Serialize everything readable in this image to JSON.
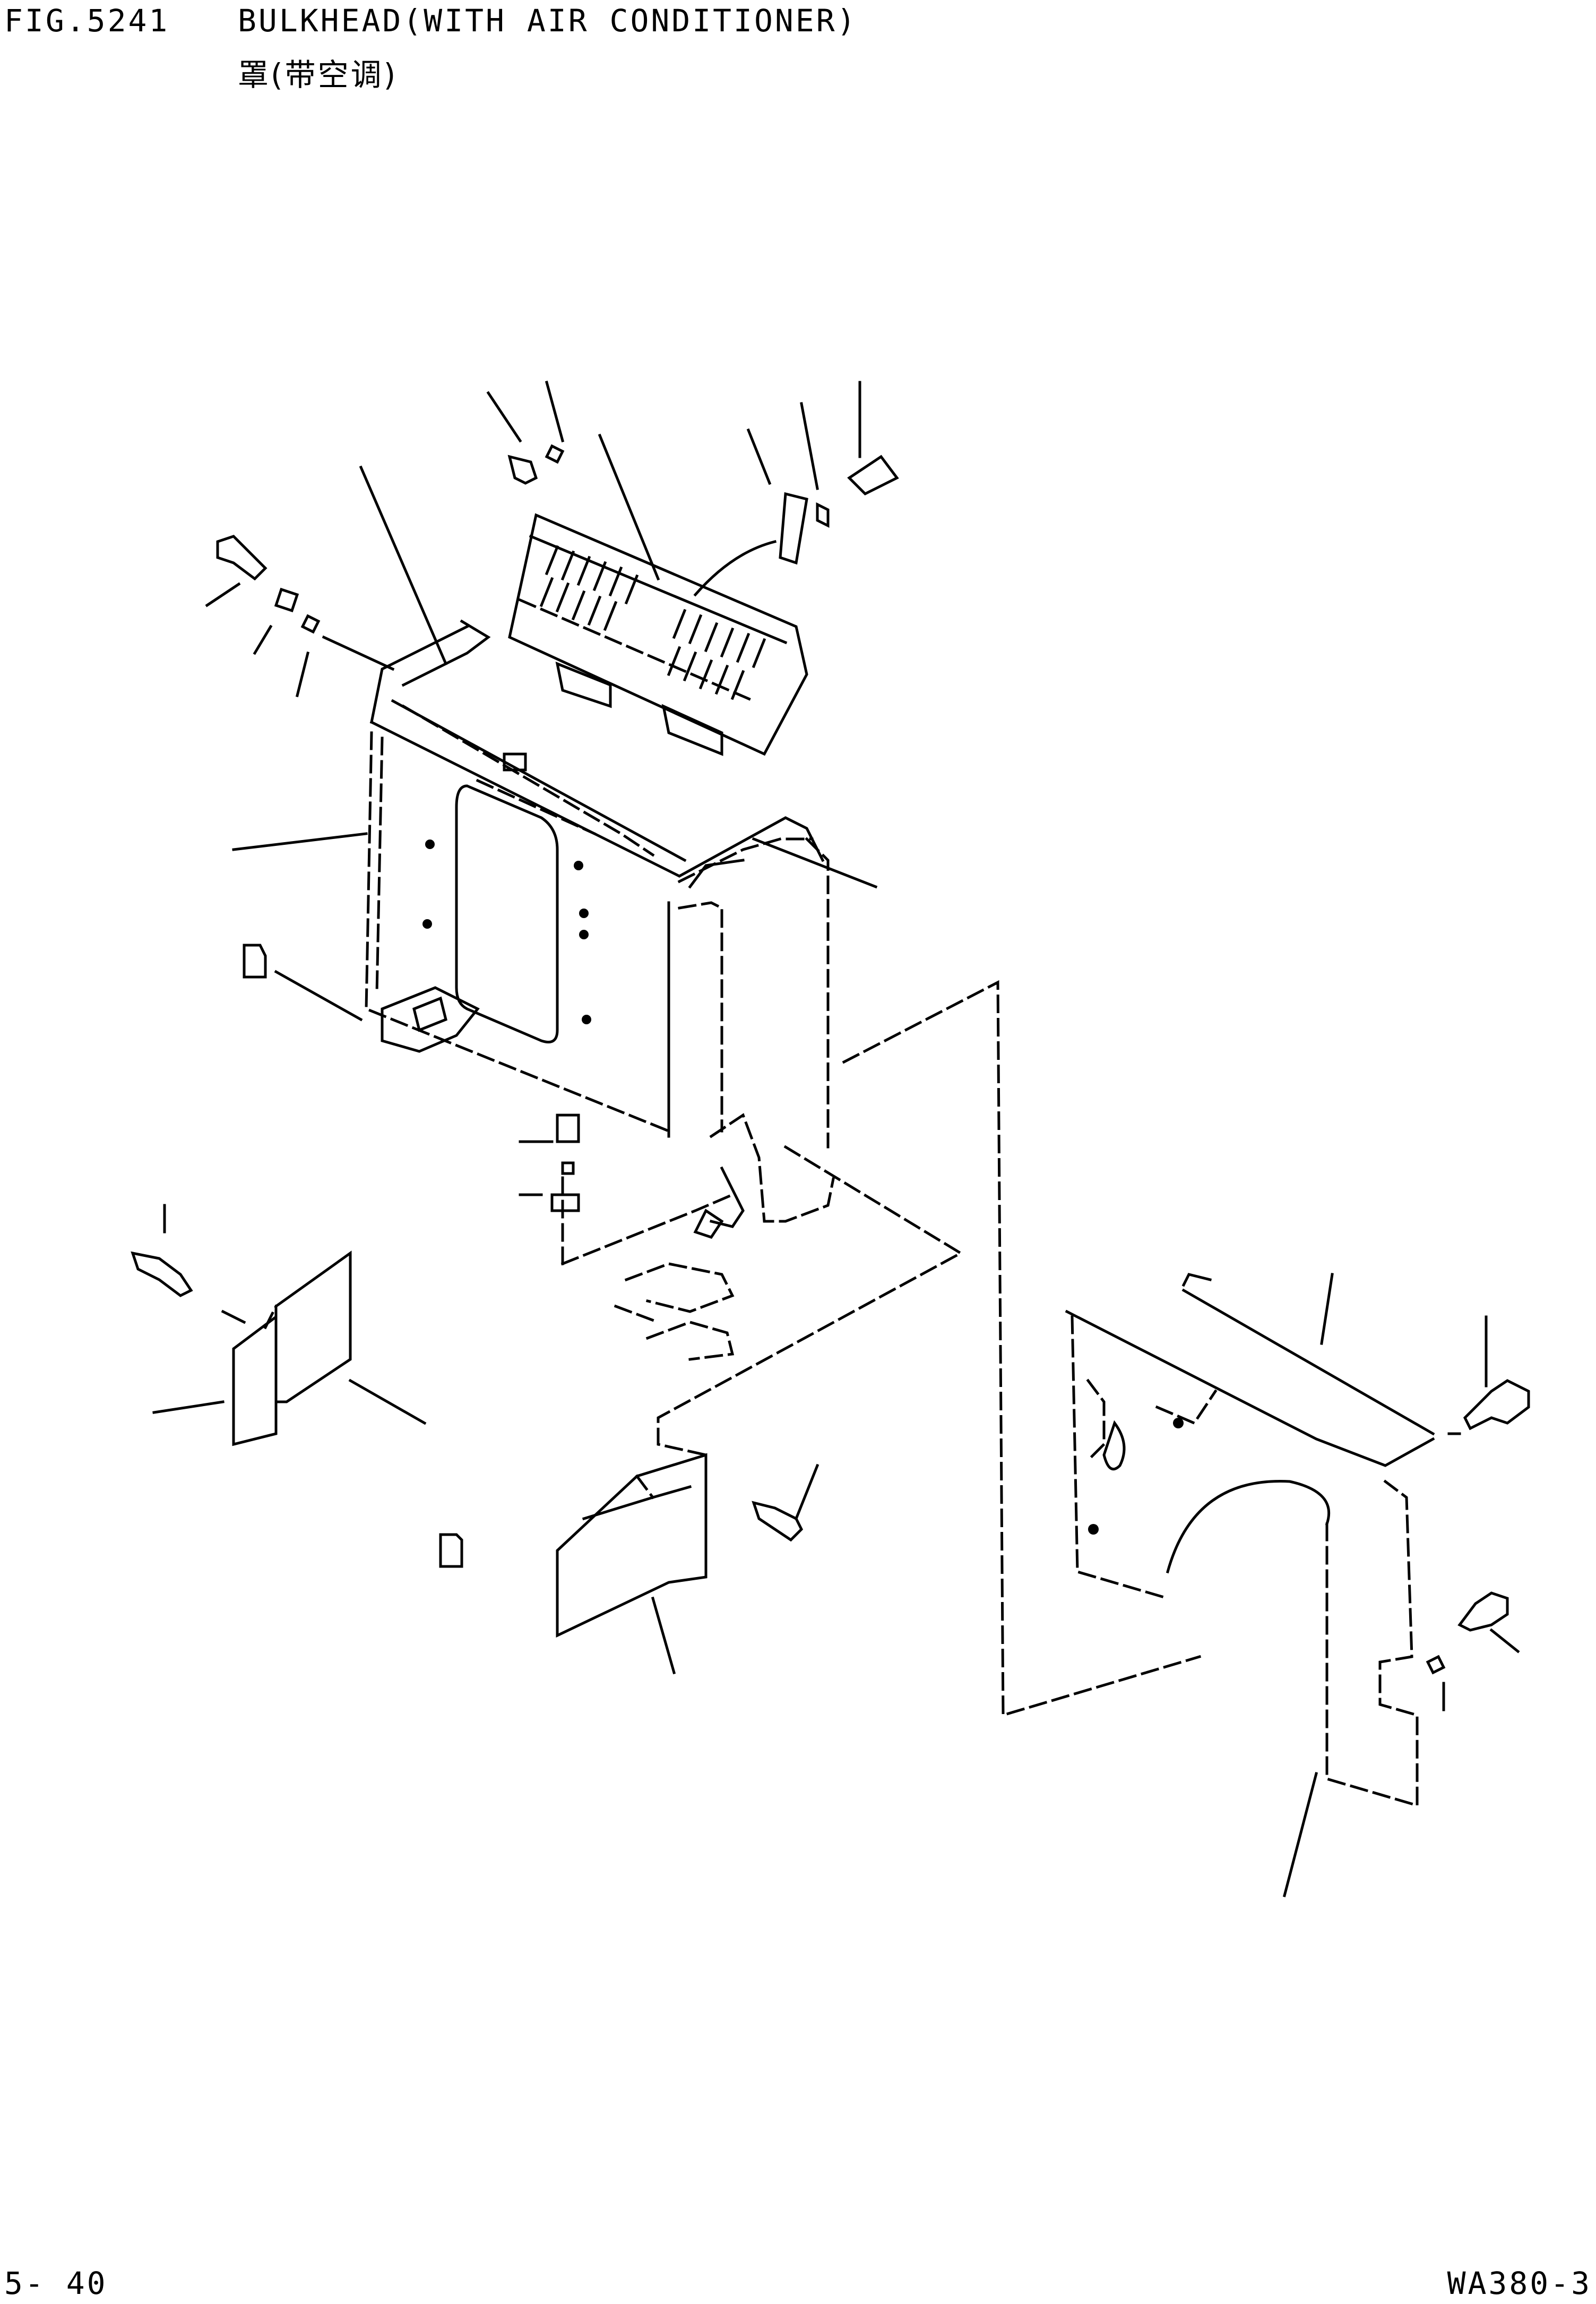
{
  "header": {
    "figure_number": "FIG.5241",
    "title_en": "BULKHEAD(WITH AIR CONDITIONER)",
    "title_cn": "罩(带空调)"
  },
  "footer": {
    "page_number": "5- 40",
    "model": "WA380-3"
  },
  "drawing": {
    "type": "exploded-parts-diagram",
    "parts": [
      "bulkhead-box",
      "louver-grille",
      "side-cover-left",
      "side-cover-lower",
      "mounting-bracket-right",
      "bolts",
      "washers",
      "clips"
    ]
  }
}
